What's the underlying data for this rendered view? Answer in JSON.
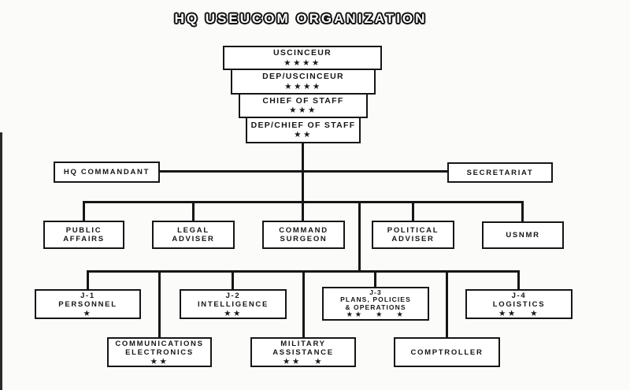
{
  "page": {
    "background": "#fbfbf9",
    "ink": "#161616",
    "box_background": "#ffffff"
  },
  "title": "HQ USEUCOM ORGANIZATION",
  "command_chain": [
    {
      "label": "USCINCEUR",
      "stars": "★★★★"
    },
    {
      "label": "DEP/USCINCEUR",
      "stars": "★★★★"
    },
    {
      "label": "CHIEF OF STAFF",
      "stars": "★★★"
    },
    {
      "label": "DEP/CHIEF OF STAFF",
      "stars": "★★"
    }
  ],
  "staff_offices": [
    {
      "label": "HQ COMMANDANT"
    },
    {
      "label": "SECRETARIAT"
    }
  ],
  "special_staff": [
    {
      "label": "PUBLIC\nAFFAIRS"
    },
    {
      "label": "LEGAL\nADVISER"
    },
    {
      "label": "COMMAND\nSURGEON"
    },
    {
      "label": "POLITICAL\nADVISER"
    },
    {
      "label": "USNMR"
    }
  ],
  "directorates": [
    {
      "label": "J-1\nPERSONNEL",
      "stars": "★"
    },
    {
      "label": "J-2\nINTELLIGENCE",
      "stars": "★★"
    },
    {
      "label": "J-3\nPLANS, POLICIES\n& OPERATIONS",
      "stars": "★★   ★   ★"
    },
    {
      "label": "J-4\nLOGISTICS",
      "stars": "★★   ★"
    }
  ],
  "support_offices": [
    {
      "label": "COMMUNICATIONS\nELECTRONICS",
      "stars": "★★"
    },
    {
      "label": "MILITARY\nASSISTANCE",
      "stars": "★★   ★"
    },
    {
      "label": "COMPTROLLER"
    }
  ]
}
